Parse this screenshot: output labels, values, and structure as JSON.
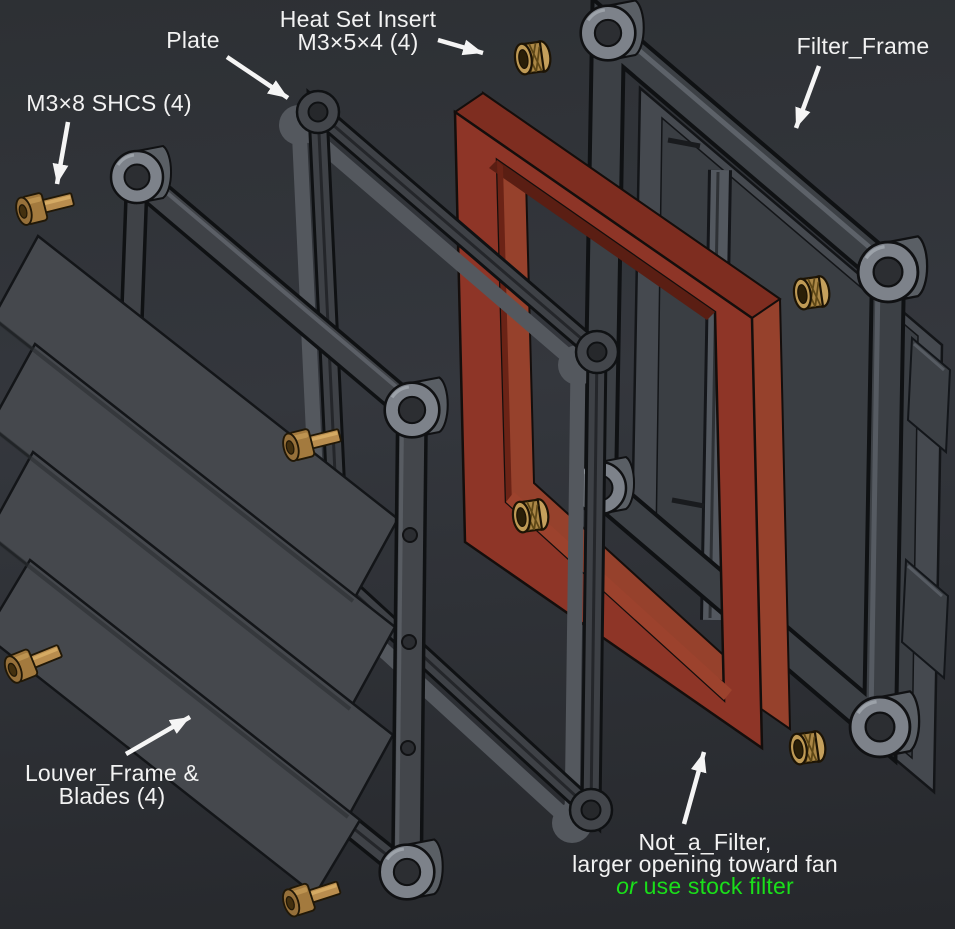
{
  "figure": {
    "kind": "CAD exploded assembly view",
    "description": "Exploded isometric render of a fan louver / filter assembly with annotation callouts"
  },
  "colors": {
    "background_mid": "#34373d",
    "background_dark": "#26282c",
    "label_text": "#f2f2f2",
    "green_text": "#1adf1a",
    "arrow": "#f5f5f5",
    "part_gray": "#3f4247",
    "part_gray_light": "#7d828a",
    "red_part_front": "#8e3527",
    "red_part_top": "#a4492f",
    "red_part_dark": "#5e2013",
    "brass": "#b98d4e",
    "outline": "#101113"
  },
  "callouts": {
    "shcs": {
      "label": "M3×8 SHCS (4)"
    },
    "plate": {
      "label": "Plate"
    },
    "heat_set_insert": {
      "line1": "Heat Set Insert",
      "line2": "M3×5×4 (4)"
    },
    "filter_frame": {
      "label": "Filter_Frame"
    },
    "louver": {
      "line1": "Louver_Frame &",
      "line2": "Blades (4)"
    },
    "not_a_filter": {
      "line1": "Not_a_Filter,",
      "line2": "larger opening toward fan",
      "line3_italic": "or",
      "line3_rest": " use stock filter"
    }
  },
  "parts": [
    {
      "name": "Louver_Frame & Blades",
      "qty_shown_in_label": 4,
      "color": "dark gray"
    },
    {
      "name": "Plate",
      "color": "dark gray"
    },
    {
      "name": "Not_a_Filter",
      "color": "red"
    },
    {
      "name": "Filter_Frame",
      "color": "dark gray"
    },
    {
      "name": "M3×8 SHCS",
      "qty_shown_in_label": 4,
      "color": "brass"
    },
    {
      "name": "Heat Set Insert M3×5×4",
      "qty_shown_in_label": 4,
      "color": "brass"
    }
  ]
}
